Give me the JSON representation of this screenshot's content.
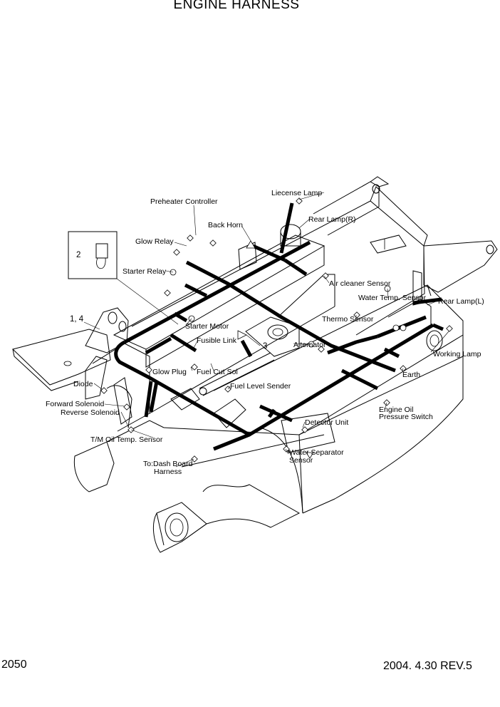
{
  "title": "ENGINE HARNESS",
  "page_number": "2050",
  "revision": "2004. 4.30 REV.5",
  "part_callouts": {
    "inset_part": "2",
    "fork_part": "1, 4",
    "sender_part": "3"
  },
  "labels": {
    "license_lamp": "Liecense Lamp",
    "preheater_controller": "Preheater Controller",
    "rear_lamp_r": "Rear Lamp(R)",
    "back_horn": "Back Horn",
    "glow_relay": "Glow Relay",
    "starter_relay": "Starter Relay",
    "air_cleaner_sensor": "Air cleaner Sensor",
    "water_temp_sensor": "Water Temp. Sensor",
    "rear_lamp_l": "Rear Lamp(L)",
    "thermo_sensor": "Thermo Sensor",
    "starter_motor": "Starter Motor",
    "fusible_link": "Fusible Link",
    "alternator": "Alternator",
    "working_lamp": "Working Lamp",
    "glow_plug": "Glow Plug",
    "fuel_cut_sol": "Fuel Cut Sol",
    "earth": "Earth",
    "diode": "Diode",
    "fuel_level_sender": "Fuel Level Sender",
    "forward_solenoid": "Forward Solenoid",
    "reverse_solenoid": "Reverse Solenoid",
    "engine_oil_line1": "Engine Oil",
    "engine_oil_line2": "Pressure Switch",
    "detector_unit": "Detector Unit",
    "tm_oil_temp_sensor": "T/M Oil Temp. Sensor",
    "water_separator_line1": "Water Separator",
    "water_separator_line2": "Sensor",
    "dash_board_line1": "To:Dash Board",
    "dash_board_line2": "Harness"
  }
}
